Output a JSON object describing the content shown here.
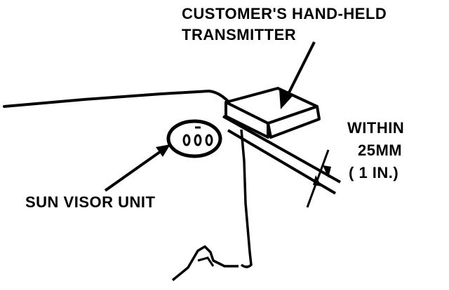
{
  "labels": {
    "transmitter_line1": "CUSTOMER'S HAND-HELD",
    "transmitter_line2": "TRANSMITTER",
    "within_line1": "WITHIN",
    "within_line2": "25MM",
    "within_line3": "( 1 IN.)",
    "sun_visor": "SUN VISOR UNIT"
  },
  "colors": {
    "ink": "#000000",
    "paper": "#ffffff"
  }
}
